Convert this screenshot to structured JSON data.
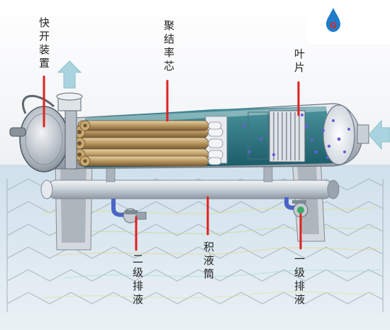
{
  "labels": {
    "quick_open": "快开装置",
    "coalescer": "聚结率芯",
    "vane": "叶片",
    "sump": "积液筒",
    "stage2_drain": "二级排液",
    "stage1_drain": "一级排液"
  },
  "logo": {
    "letter": "G",
    "color": "#1f7cc9"
  },
  "colors": {
    "flow_arrow": "#a9d3de",
    "indicator": "#e02020",
    "shell": "#c9d0d8",
    "liquid_drop": "#6b5cd6"
  }
}
